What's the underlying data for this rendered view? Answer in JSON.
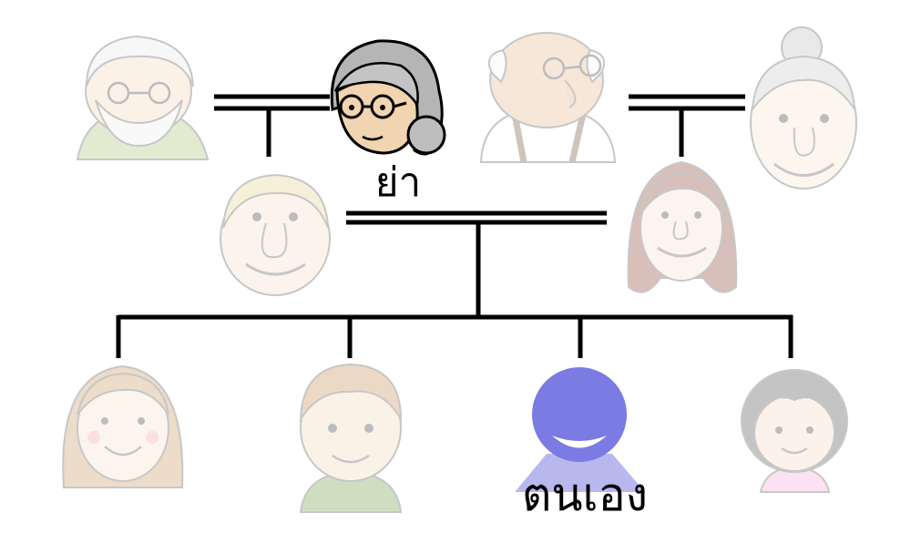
{
  "diagram": {
    "type": "family-tree",
    "labels": {
      "grandmother": "ย่า",
      "self": "ตนเอง"
    },
    "people": [
      {
        "id": "paternal-grandfather",
        "highlighted": false
      },
      {
        "id": "paternal-grandmother",
        "highlighted": true,
        "label_key": "grandmother"
      },
      {
        "id": "maternal-grandfather",
        "highlighted": false
      },
      {
        "id": "maternal-grandmother",
        "highlighted": false
      },
      {
        "id": "father",
        "highlighted": false
      },
      {
        "id": "mother",
        "highlighted": false
      },
      {
        "id": "sibling-1",
        "highlighted": false
      },
      {
        "id": "sibling-2",
        "highlighted": false
      },
      {
        "id": "self",
        "highlighted": true,
        "label_key": "self"
      },
      {
        "id": "sibling-3",
        "highlighted": false
      }
    ],
    "relations": [
      {
        "type": "marriage",
        "between": [
          "paternal-grandfather",
          "paternal-grandmother"
        ],
        "child": "father"
      },
      {
        "type": "marriage",
        "between": [
          "maternal-grandfather",
          "maternal-grandmother"
        ],
        "child": "mother"
      },
      {
        "type": "marriage",
        "between": [
          "father",
          "mother"
        ],
        "children": [
          "sibling-1",
          "sibling-2",
          "self",
          "sibling-3"
        ]
      }
    ],
    "colors": {
      "line": "#000000",
      "self_avatar": "#7b7be3",
      "self_body": "#b8b8ee"
    }
  }
}
